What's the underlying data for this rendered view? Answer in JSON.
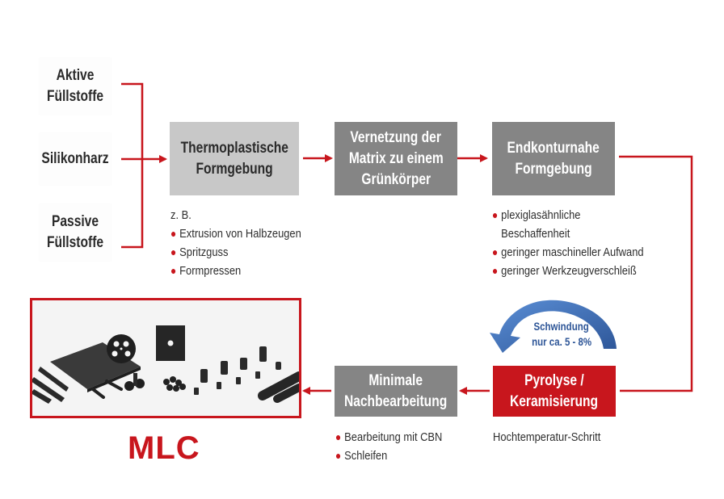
{
  "inputs": [
    {
      "label": "Aktive Füllstoffe",
      "lines": [
        "Aktive",
        "Füllstoffe"
      ]
    },
    {
      "label": "Silikonharz",
      "lines": [
        "Silikonharz"
      ]
    },
    {
      "label": "Passive Füllstoffe",
      "lines": [
        "Passive",
        "Füllstoffe"
      ]
    }
  ],
  "steps": {
    "thermoplastic": {
      "lines": [
        "Thermoplastische",
        "Formgebung"
      ]
    },
    "crosslinking": {
      "lines": [
        "Vernetzung der",
        "Matrix zu einem",
        "Grünkörper"
      ]
    },
    "near_net": {
      "lines": [
        "Endkonturnahe",
        "Formgebung"
      ]
    },
    "pyrolysis": {
      "lines": [
        "Pyrolyse /",
        "Keramisierung"
      ]
    },
    "finishing": {
      "lines": [
        "Minimale",
        "Nachbearbeitung"
      ]
    }
  },
  "notes": {
    "thermoplastic": {
      "intro": "z. B.",
      "bullets": [
        "Extrusion von Halbzeugen",
        "Spritzguss",
        "Formpressen"
      ]
    },
    "near_net": {
      "bullets": [
        {
          "first": "plexiglasähnliche",
          "cont": "Beschaffenheit"
        },
        {
          "first": "geringer maschineller Aufwand"
        },
        {
          "first": "geringer Werkzeugverschleiß"
        }
      ]
    },
    "pyrolysis": {
      "caption": "Hochtemperatur-Schritt"
    },
    "finishing": {
      "bullets": [
        "Bearbeitung mit CBN",
        "Schleifen"
      ]
    }
  },
  "shrinkage": {
    "lines": [
      "Schwindung",
      "nur ca. 5 - 8%"
    ]
  },
  "product": {
    "label": "MLC",
    "image_alt": "Keramische Bauteile (Platten, Zahnräder, Buchsen, Stäbe)"
  },
  "colors": {
    "accent_red": "#c8161d",
    "step_light_gray": "#c8c8c8",
    "step_dark_gray": "#858585",
    "shrink_blue": "#2d5597"
  }
}
